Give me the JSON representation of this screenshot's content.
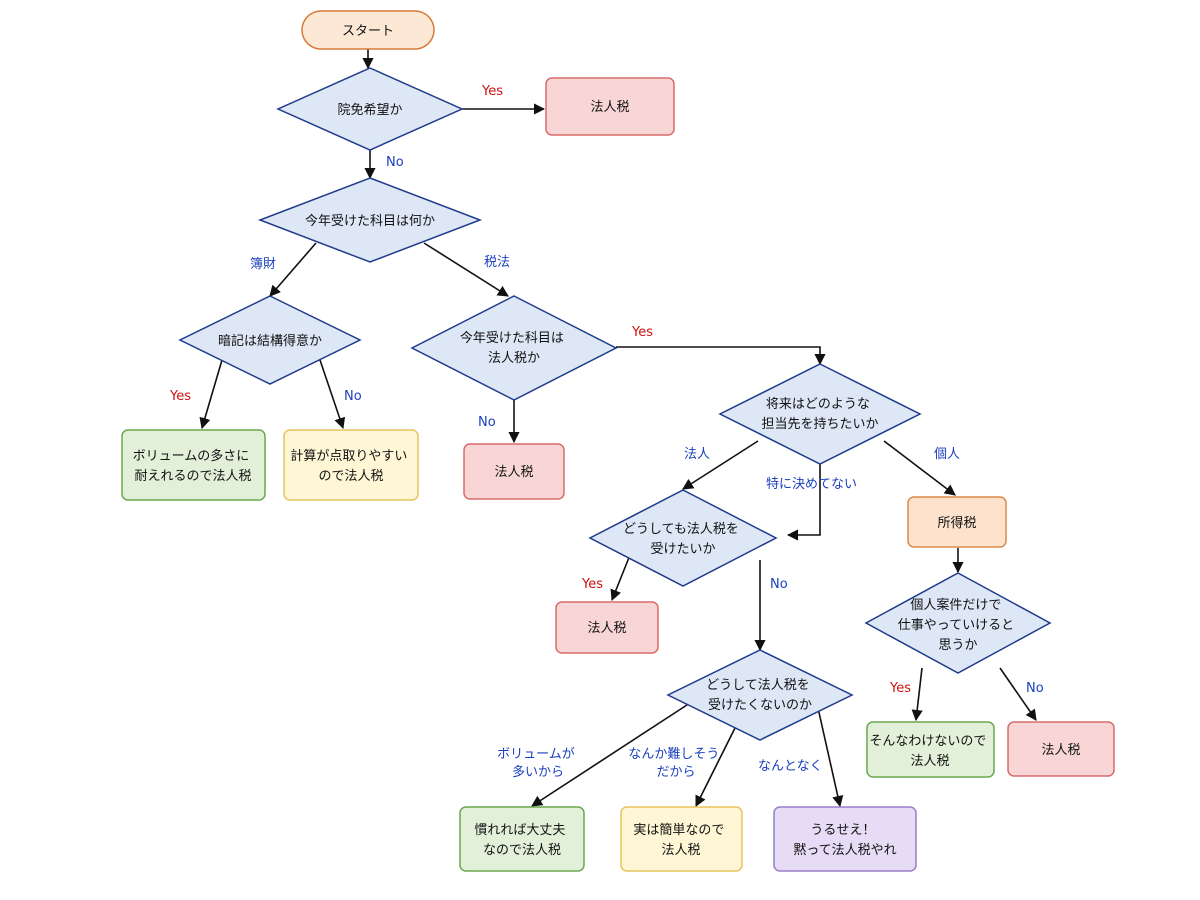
{
  "colors": {
    "start_fill": "#fde8d6",
    "start_stroke": "#d77a3c",
    "red_fill": "#f9d6d6",
    "red_stroke": "#d96b6b",
    "green_fill": "#e2efd9",
    "green_stroke": "#6aa84f",
    "yellow_fill": "#fff6d5",
    "yellow_stroke": "#e6c35c",
    "orange_fill": "#fde3cd",
    "orange_stroke": "#d9894a",
    "purple_fill": "#e6dcf5",
    "purple_stroke": "#9b7ec9",
    "diamond_fill": "#dde7f6",
    "diamond_stroke": "#1f3b8c",
    "yes_label": "#cc1111",
    "no_label": "#1a3fbf"
  },
  "nodes": {
    "start": "スタート",
    "q_exempt": "院免希望か",
    "r_exempt_yes": "法人税",
    "q_subject": "今年受けた科目は何か",
    "q_memorize": "暗記は結構得意か",
    "r_volume": [
      "ボリュームの多さに",
      "耐えれるので法人税"
    ],
    "r_calc": [
      "計算が点取りやすい",
      "ので法人税"
    ],
    "q_corptax": [
      "今年受けた科目は",
      "法人税か"
    ],
    "r_corptax_no": "法人税",
    "q_future": [
      "将来はどのような",
      "担当先を持ちたいか"
    ],
    "q_must": [
      "どうしても法人税を",
      "受けたいか"
    ],
    "r_must_yes": "法人税",
    "q_why_not": [
      "どうして法人税を",
      "受けたくないのか"
    ],
    "r_getused": [
      "慣れれば大丈夫",
      "なので法人税"
    ],
    "r_easy": [
      "実は簡単なので",
      "法人税"
    ],
    "r_shutup": [
      "うるせえ！",
      "黙って法人税やれ"
    ],
    "r_income": "所得税",
    "q_individual": [
      "個人案件だけで",
      "仕事やっていけると",
      "思うか"
    ],
    "r_no_way": [
      "そんなわけないので",
      "法人税"
    ],
    "r_indiv_no": "法人税"
  },
  "labels": {
    "exempt_yes": "Yes",
    "exempt_no": "No",
    "boki": "簿財",
    "zeiho": "税法",
    "memorize_yes": "Yes",
    "memorize_no": "No",
    "corptax_yes": "Yes",
    "corptax_no": "No",
    "corp": "法人",
    "undecided": "特に決めてない",
    "personal": "個人",
    "must_yes": "Yes",
    "must_no": "No",
    "volume": [
      "ボリュームが",
      "多いから"
    ],
    "hard": [
      "なんか難しそう",
      "だから"
    ],
    "somehow": "なんとなく",
    "individual_yes": "Yes",
    "individual_no": "No"
  }
}
